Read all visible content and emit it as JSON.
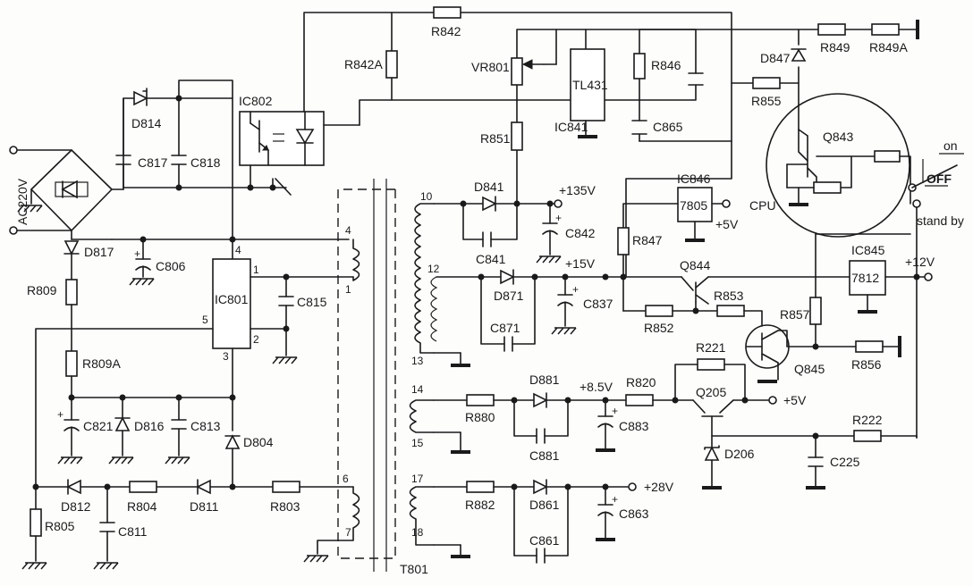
{
  "components": {
    "ac_input": "AC220V",
    "ic": {
      "ic802": "IC802",
      "ic801": "IC801",
      "ic841_label": "IC841",
      "ic841_type": "TL431",
      "ic846": "IC846",
      "ic846_type": "7805",
      "ic845": "IC845",
      "ic845_type": "7812"
    },
    "resistors": {
      "r842": "R842",
      "r842a": "R842A",
      "vr801": "VR801",
      "r846": "R846",
      "r849": "R849",
      "r849a": "R849A",
      "r855": "R855",
      "r851": "R851",
      "r809": "R809",
      "r809a": "R809A",
      "r805": "R805",
      "r804": "R804",
      "r803": "R803",
      "r847": "R847",
      "r852": "R852",
      "r853": "R853",
      "r857": "R857",
      "r856": "R856",
      "r221": "R221",
      "r820": "R820",
      "r880": "R880",
      "r222": "R222",
      "r882": "R882"
    },
    "capacitors": {
      "c817": "C817",
      "c818": "C818",
      "c806": "C806",
      "c815": "C815",
      "c821": "C821",
      "c813": "C813",
      "c811": "C811",
      "c865": "C865",
      "c842": "C842",
      "c841": "C841",
      "c837": "C837",
      "c871": "C871",
      "c883": "C883",
      "c881": "C881",
      "c225": "C225",
      "c863": "C863",
      "c861": "C861"
    },
    "diodes": {
      "d814": "D814",
      "d817": "D817",
      "d816": "D816",
      "d804": "D804",
      "d812": "D812",
      "d811": "D811",
      "d847": "D847",
      "d841": "D841",
      "d871": "D871",
      "d881": "D881",
      "d206": "D206",
      "d861": "D861"
    },
    "transistors": {
      "q843": "Q843",
      "q844": "Q844",
      "q845": "Q845",
      "q205": "Q205"
    },
    "transformer": "T801",
    "cpu": "CPU"
  },
  "pins": {
    "ic801": {
      "p1": "1",
      "p2": "2",
      "p3": "3",
      "p4": "4",
      "p5": "5"
    },
    "t801": {
      "p4": "4",
      "p1": "1",
      "p6": "6",
      "p7": "7",
      "p10": "10",
      "p12": "12",
      "p13": "13",
      "p14": "14",
      "p15": "15",
      "p17": "17",
      "p18": "18"
    }
  },
  "rails": {
    "v135": "+135V",
    "v15": "+15V",
    "v5a": "+5V",
    "v12": "+12V",
    "v85": "+8.5V",
    "v5b": "+5V",
    "v28": "+28V"
  },
  "standby": {
    "on": "on",
    "off": "OFF",
    "standby": "stand by"
  },
  "marks": {
    "plus": "+"
  }
}
